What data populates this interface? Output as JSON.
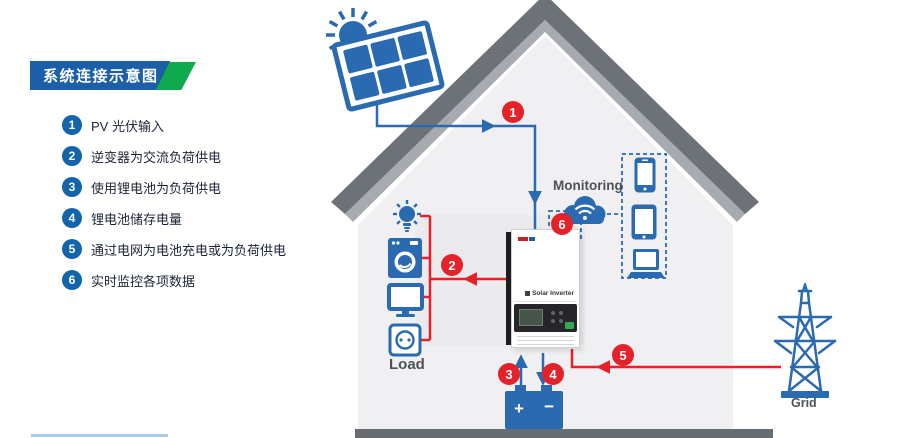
{
  "title": "系统连接示意图",
  "legend": [
    {
      "num": "1",
      "text": "PV 光伏输入"
    },
    {
      "num": "2",
      "text": "逆变器为交流负荷供电"
    },
    {
      "num": "3",
      "text": "使用锂电池为负荷供电"
    },
    {
      "num": "4",
      "text": "锂电池储存电量"
    },
    {
      "num": "5",
      "text": "通过电网为电池充电或为负荷供电"
    },
    {
      "num": "6",
      "text": "实时监控各项数据"
    }
  ],
  "diagram": {
    "markers": {
      "m1": "1",
      "m2": "2",
      "m3": "3",
      "m4": "4",
      "m5": "5",
      "m6": "6"
    },
    "labels": {
      "monitoring": "Monitoring",
      "load": "Load",
      "grid": "Grid"
    },
    "inverter": {
      "label": "Solar Inverter"
    },
    "battery": {
      "plus": "+",
      "minus": "−"
    }
  },
  "colors": {
    "accent_blue": "#1a5fa8",
    "accent_green": "#0faa4e",
    "legend_blue": "#1365ab",
    "icon_blue": "#2a6ab0",
    "line_red": "#e5222a",
    "roof_dark": "#6d7278",
    "roof_light": "#a6abb1",
    "wall": "#f0f0f2",
    "ground": "#686d72"
  }
}
